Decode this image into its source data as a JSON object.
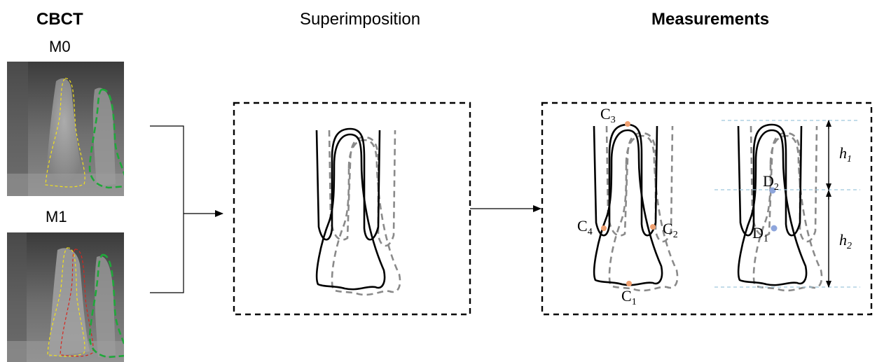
{
  "headers": {
    "cbct": "CBCT",
    "superimposition": "Superimposition",
    "measurements": "Measurements"
  },
  "scans": [
    {
      "label": "M0"
    },
    {
      "label": "M1"
    }
  ],
  "landmarks": {
    "c1": {
      "base": "C",
      "sub": "1"
    },
    "c2": {
      "base": "C",
      "sub": "2"
    },
    "c3": {
      "base": "C",
      "sub": "3"
    },
    "c4": {
      "base": "C",
      "sub": "4"
    },
    "d1": {
      "base": "D",
      "sub": "1"
    },
    "d2": {
      "base": "D",
      "sub": "2"
    }
  },
  "heights": {
    "h1": {
      "base": "h",
      "sub": "1"
    },
    "h2": {
      "base": "h",
      "sub": "2"
    }
  },
  "colors": {
    "pre_outline": "#f4e21a",
    "post_outline": "#d8261e",
    "neighbor_tooth": "#1fa83a",
    "c_point": "#f0a070",
    "d_point": "#8ea6dc",
    "reference_line": "#9fc6dc",
    "dashed_outline": "#8a8a8a"
  }
}
